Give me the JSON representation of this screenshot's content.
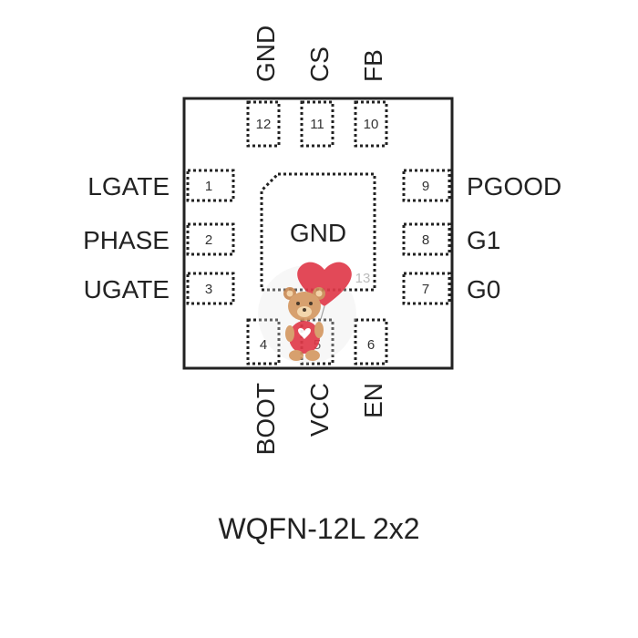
{
  "package": {
    "caption": "WQFN-12L 2x2",
    "center_pad": {
      "label": "GND",
      "number": "13"
    }
  },
  "pins": {
    "left": [
      {
        "number": "1",
        "name": "LGATE"
      },
      {
        "number": "2",
        "name": "PHASE"
      },
      {
        "number": "3",
        "name": "UGATE"
      }
    ],
    "right": [
      {
        "number": "9",
        "name": "PGOOD"
      },
      {
        "number": "8",
        "name": "G1"
      },
      {
        "number": "7",
        "name": "G0"
      }
    ],
    "top": [
      {
        "number": "12",
        "name": "GND"
      },
      {
        "number": "11",
        "name": "CS"
      },
      {
        "number": "10",
        "name": "FB"
      }
    ],
    "bottom": [
      {
        "number": "4",
        "name": "BOOT"
      },
      {
        "number": "5",
        "name": "VCC"
      },
      {
        "number": "6",
        "name": "EN"
      }
    ]
  },
  "watermark": {
    "icon": "teddy-bear-with-heart-balloon"
  }
}
